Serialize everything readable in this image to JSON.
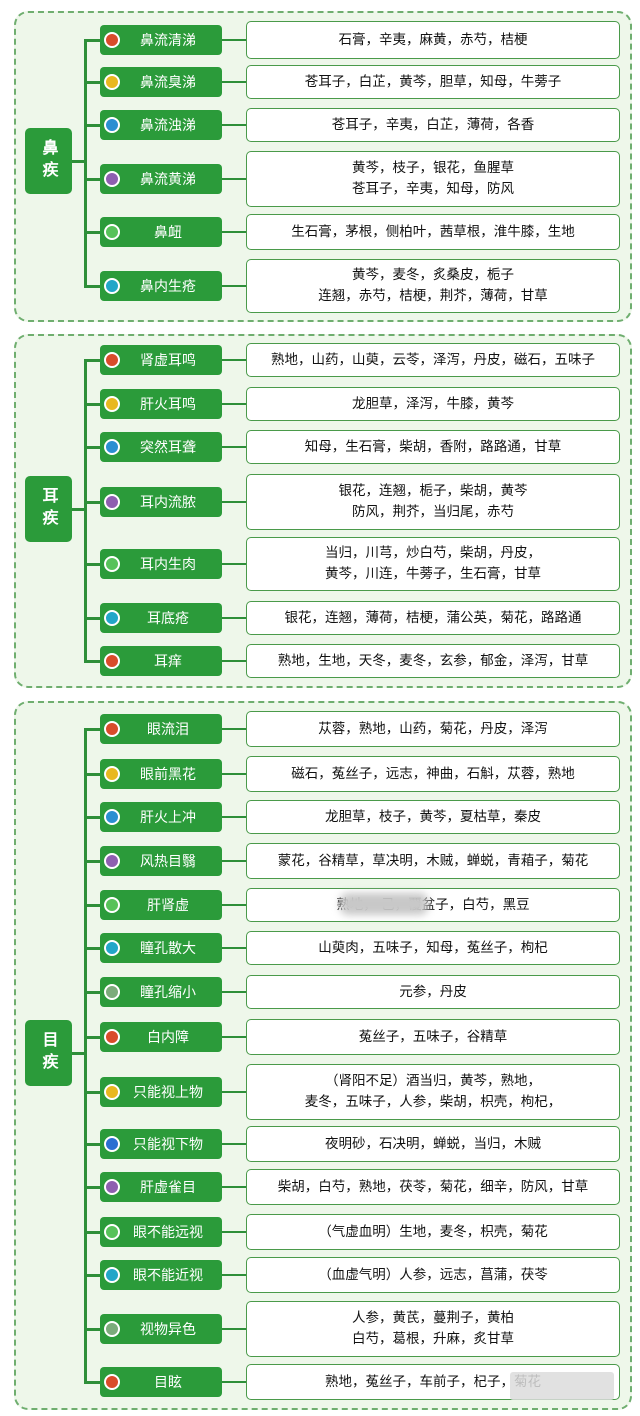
{
  "groups": [
    {
      "category": "鼻疾",
      "items": [
        {
          "name": "鼻流清涕",
          "dot": "#d94c2b",
          "lines": [
            "石膏，辛夷，麻黄，赤芍，桔梗"
          ]
        },
        {
          "name": "鼻流臭涕",
          "dot": "#e8b820",
          "lines": [
            "苍耳子，白芷，黄芩，胆草，知母，牛蒡子"
          ]
        },
        {
          "name": "鼻流浊涕",
          "dot": "#2b8fd1",
          "lines": [
            "苍耳子，辛夷，白芷，薄荷，各香"
          ]
        },
        {
          "name": "鼻流黄涕",
          "dot": "#8e5fb0",
          "lines": [
            "黄芩，枝子，银花，鱼腥草",
            "苍耳子，辛夷，知母，防风"
          ]
        },
        {
          "name": "鼻衄",
          "dot": "#57c25a",
          "lines": [
            "生石膏，茅根，侧柏叶，茜草根，淮牛膝，生地"
          ]
        },
        {
          "name": "鼻内生疮",
          "dot": "#22a6c8",
          "lines": [
            "黄芩，麦冬，炙桑皮，栀子",
            "连翘，赤芍，桔梗，荆芥，薄荷，甘草"
          ]
        }
      ]
    },
    {
      "category": "耳疾",
      "items": [
        {
          "name": "肾虚耳鸣",
          "dot": "#d94c2b",
          "lines": [
            "熟地，山药，山萸，云苓，泽泻，丹皮，磁石，五味子"
          ]
        },
        {
          "name": "肝火耳鸣",
          "dot": "#e8b820",
          "lines": [
            "龙胆草，泽泻，牛膝，黄芩"
          ]
        },
        {
          "name": "突然耳聋",
          "dot": "#2b8fd1",
          "lines": [
            "知母，生石膏，柴胡，香附，路路通，甘草"
          ]
        },
        {
          "name": "耳内流脓",
          "dot": "#8e5fb0",
          "lines": [
            "银花，连翘，栀子，柴胡，黄芩",
            "防风，荆芥，当归尾，赤芍"
          ]
        },
        {
          "name": "耳内生肉",
          "dot": "#57c25a",
          "lines": [
            "当归，川芎，炒白芍，柴胡，丹皮，",
            "黄芩，川连，牛蒡子，生石膏，甘草"
          ]
        },
        {
          "name": "耳底疮",
          "dot": "#22a6c8",
          "lines": [
            "银花，连翘，薄荷，桔梗，蒲公英，菊花，路路通"
          ]
        },
        {
          "name": "耳痒",
          "dot": "#d94c2b",
          "lines": [
            "熟地，生地，天冬，麦冬，玄参，郁金，泽泻，甘草"
          ]
        }
      ]
    },
    {
      "category": "目疾",
      "items": [
        {
          "name": "眼流泪",
          "dot": "#d94c2b",
          "lines": [
            "苁蓉，熟地，山药，菊花，丹皮，泽泻"
          ]
        },
        {
          "name": "眼前黑花",
          "dot": "#e8b820",
          "lines": [
            "磁石，菟丝子，远志，神曲，石斛，苁蓉，熟地"
          ]
        },
        {
          "name": "肝火上冲",
          "dot": "#2b8fd1",
          "lines": [
            "龙胆草，枝子，黄芩，夏枯草，秦皮"
          ]
        },
        {
          "name": "风热目翳",
          "dot": "#8e5fb0",
          "lines": [
            "蒙花，谷精草，草决明，木贼，蝉蜕，青葙子，菊花"
          ]
        },
        {
          "name": "肝肾虚",
          "dot": "#57c25a",
          "lines": [
            "熟地，                 己，覆盆子，白芍，黑豆"
          ]
        },
        {
          "name": "瞳孔散大",
          "dot": "#22a6c8",
          "lines": [
            "山萸肉，五味子，知母，菟丝子，枸杞"
          ]
        },
        {
          "name": "瞳孔缩小",
          "dot": "#7bab7b",
          "lines": [
            "元参，丹皮"
          ]
        },
        {
          "name": "白内障",
          "dot": "#d94c2b",
          "lines": [
            "菟丝子，五味子，谷精草"
          ]
        },
        {
          "name": "只能视上物",
          "dot": "#e8b820",
          "lines": [
            "（肾阳不足）酒当归，黄芩，熟地，",
            "麦冬，五味子，人参，柴胡，枳壳，枸杞，"
          ]
        },
        {
          "name": "只能视下物",
          "dot": "#2b6fd1",
          "lines": [
            "夜明砂，石决明，蝉蜕，当归，木贼"
          ]
        },
        {
          "name": "肝虚雀目",
          "dot": "#8e5fb0",
          "lines": [
            "柴胡，白芍，熟地，茯苓，菊花，细辛，防风，甘草"
          ]
        },
        {
          "name": "眼不能远视",
          "dot": "#57c25a",
          "lines": [
            "（气虚血明）生地，麦冬，枳壳，菊花"
          ]
        },
        {
          "name": "眼不能近视",
          "dot": "#22a6c8",
          "lines": [
            "（血虚气明）人参，远志，菖蒲，茯苓"
          ]
        },
        {
          "name": "视物异色",
          "dot": "#7bab7b",
          "lines": [
            "人参，黄芪，蔓荆子，黄柏",
            "白芍，葛根，升麻，炙甘草"
          ]
        },
        {
          "name": "目眩",
          "dot": "#d94c2b",
          "lines": [
            "熟地，菟丝子，车前子，杞子，菊花"
          ]
        }
      ]
    }
  ]
}
